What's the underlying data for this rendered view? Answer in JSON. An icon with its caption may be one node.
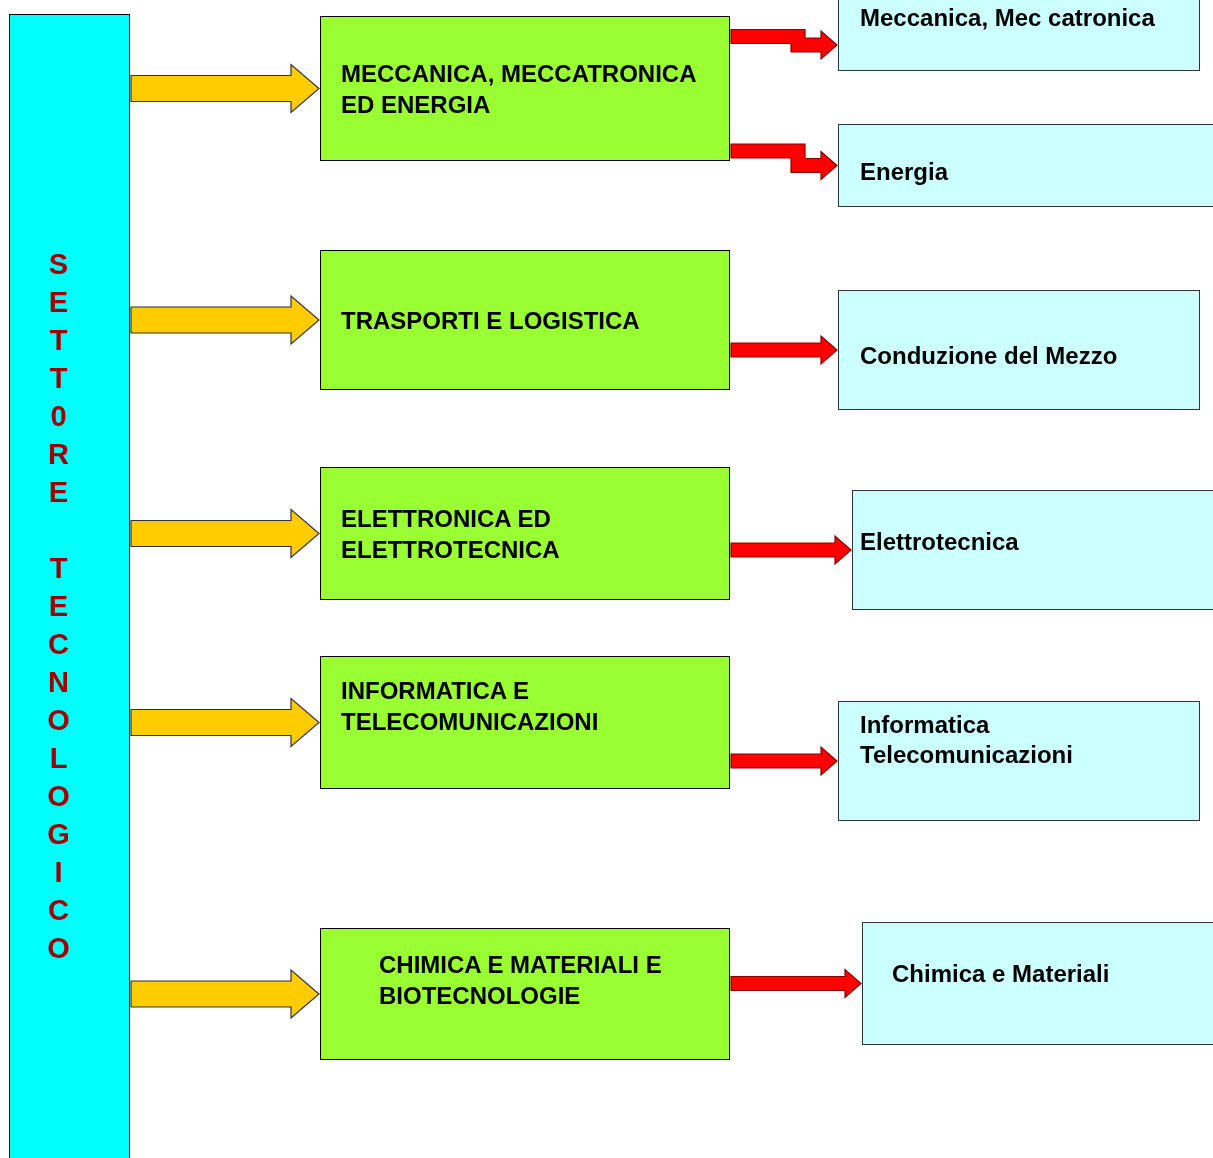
{
  "diagram": {
    "nodes": [
      {
        "text": [
          "SETT0RE TECNOLOGICO"
        ]
      },
      {
        "text": [
          "MECCANICA, MECCATRONICA ED ENERGIA"
        ]
      },
      {
        "text": [
          "TRASPORTI E LOGISTICA"
        ]
      },
      {
        "text": [
          "ELETTRONICA ED ELETTROTECNICA"
        ]
      },
      {
        "text": [
          "INFORMATICA E TELECOMUNICAZIONI"
        ]
      },
      {
        "text": [
          "CHIMICA E MATERIALI E BIOTECNOLOGIE"
        ]
      },
      {
        "text": [
          "Meccanica, Mec catronica"
        ]
      },
      {
        "text": [
          "Energia"
        ]
      },
      {
        "text": [
          "Conduzione del Mezzo"
        ]
      },
      {
        "text": [
          "Elettrotecnica"
        ]
      },
      {
        "text": [
          "Informatica Telecomunicazioni"
        ]
      },
      {
        "text": [
          "Chimica e Materiali"
        ]
      }
    ],
    "edges": [
      {
        "from": 0,
        "to": 1,
        "arrow": "to",
        "color": "#ffcc00"
      },
      {
        "from": 0,
        "to": 2,
        "arrow": "to",
        "color": "#ffcc00"
      },
      {
        "from": 0,
        "to": 3,
        "arrow": "to",
        "color": "#ffcc00"
      },
      {
        "from": 0,
        "to": 4,
        "arrow": "to",
        "color": "#ffcc00"
      },
      {
        "from": 0,
        "to": 5,
        "arrow": "to",
        "color": "#ffcc00"
      },
      {
        "from": 1,
        "to": 6,
        "arrow": "to"
      },
      {
        "from": 1,
        "to": 7,
        "arrow": "to"
      },
      {
        "from": 2,
        "to": 8,
        "arrow": "to"
      },
      {
        "from": 3,
        "to": 9,
        "arrow": "to"
      },
      {
        "from": 4,
        "to": 10,
        "arrow": "to"
      },
      {
        "from": 5,
        "to": 11,
        "arrow": "to"
      }
    ]
  }
}
